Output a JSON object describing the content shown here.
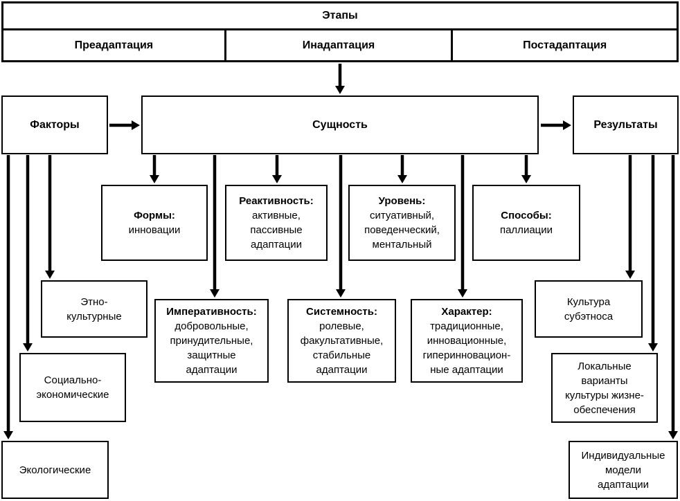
{
  "colors": {
    "ink": "#000000",
    "background": "#ffffff"
  },
  "stages": {
    "title": "Этапы",
    "cells": [
      {
        "label": "Преадаптация"
      },
      {
        "label": "Инадаптация"
      },
      {
        "label": "Постадаптация"
      }
    ]
  },
  "factors": {
    "label": "Факторы"
  },
  "essence": {
    "label": "Сущность"
  },
  "results": {
    "label": "Результаты"
  },
  "essence_aspects": [
    {
      "title": "Формы:",
      "body": "инновации"
    },
    {
      "title": "Реактивность:",
      "body": "активные,\nпассивные\nадаптации"
    },
    {
      "title": "Уровень:",
      "body": "ситуативный,\nповеденческий,\nментальный"
    },
    {
      "title": "Способы:",
      "body": "паллиации"
    },
    {
      "title": "Императивность:",
      "body": "добровольные,\nпринудительные,\nзащитные\nадаптации"
    },
    {
      "title": "Системность:",
      "body": "ролевые,\nфакультативные,\nстабильные\nадаптации"
    },
    {
      "title": "Характер:",
      "body": "традиционные,\nинновационные,\nгиперинновацион-\nные адаптации"
    }
  ],
  "factor_types": [
    {
      "label": "Этно-\nкультурные"
    },
    {
      "label": "Социально-\nэкономические"
    },
    {
      "label": "Экологические"
    }
  ],
  "result_types": [
    {
      "label": "Культура\nсубэтноса"
    },
    {
      "label": "Локальные\nварианты\nкультуры жизне-\nобеспечения"
    },
    {
      "label": "Индивидуальные\nмодели\nадаптации"
    }
  ]
}
